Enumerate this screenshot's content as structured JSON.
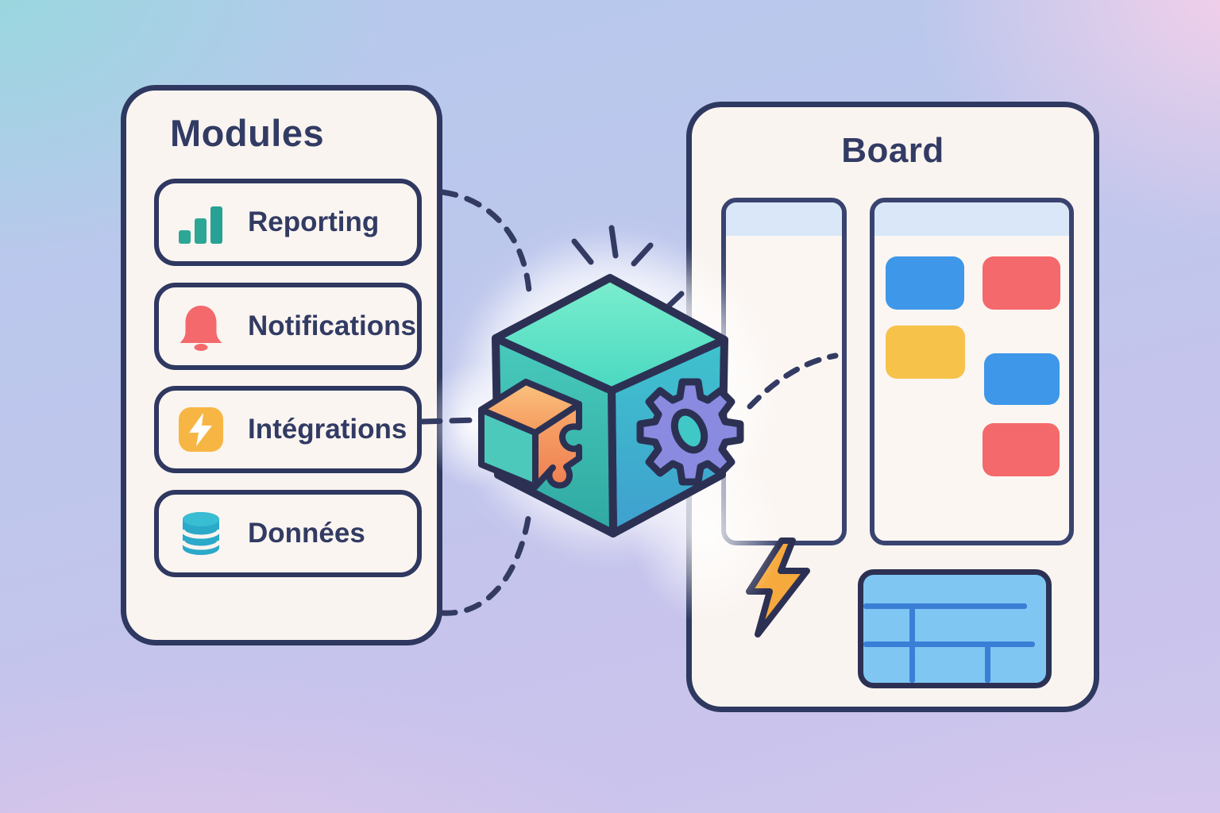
{
  "modules_panel": {
    "title": "Modules",
    "items": [
      {
        "label": "Reporting",
        "icon": "bar-chart-icon",
        "icon_color": "#2da795"
      },
      {
        "label": "Notifications",
        "icon": "bell-icon",
        "icon_color": "#f4696b"
      },
      {
        "label": "Intégrations",
        "icon": "lightning-icon",
        "icon_color": "#f7b644"
      },
      {
        "label": "Données",
        "icon": "database-icon",
        "icon_color": "#2ba9c9"
      }
    ]
  },
  "board_panel": {
    "title": "Board",
    "columns": [
      {
        "name": "left-column",
        "header_color": "#d9e7f8",
        "cards": []
      },
      {
        "name": "right-column",
        "header_color": "#d9e7f8",
        "cards": [
          {
            "color": "#3e97e8"
          },
          {
            "color": "#f4696b"
          },
          {
            "color": "#f6c24a"
          },
          {
            "color": "#3e97e8"
          },
          {
            "color": "#f4696b"
          }
        ]
      }
    ],
    "extras": {
      "bolt_color": "#f6a93c",
      "table_fill": "#7fc6f3",
      "table_line_color": "#3a7fd6"
    }
  },
  "center_illustration": {
    "cube_top_color": "#5fe3c6",
    "cube_left_color": "#38b9ad",
    "cube_right_color": "#3eb4cd",
    "gear_color": "#8a8ae0",
    "gear_hole_color": "#3fc8c6",
    "puzzle_block_color": "#f49a5c",
    "outline_color": "#2c3154",
    "connector_color": "#333b63"
  }
}
